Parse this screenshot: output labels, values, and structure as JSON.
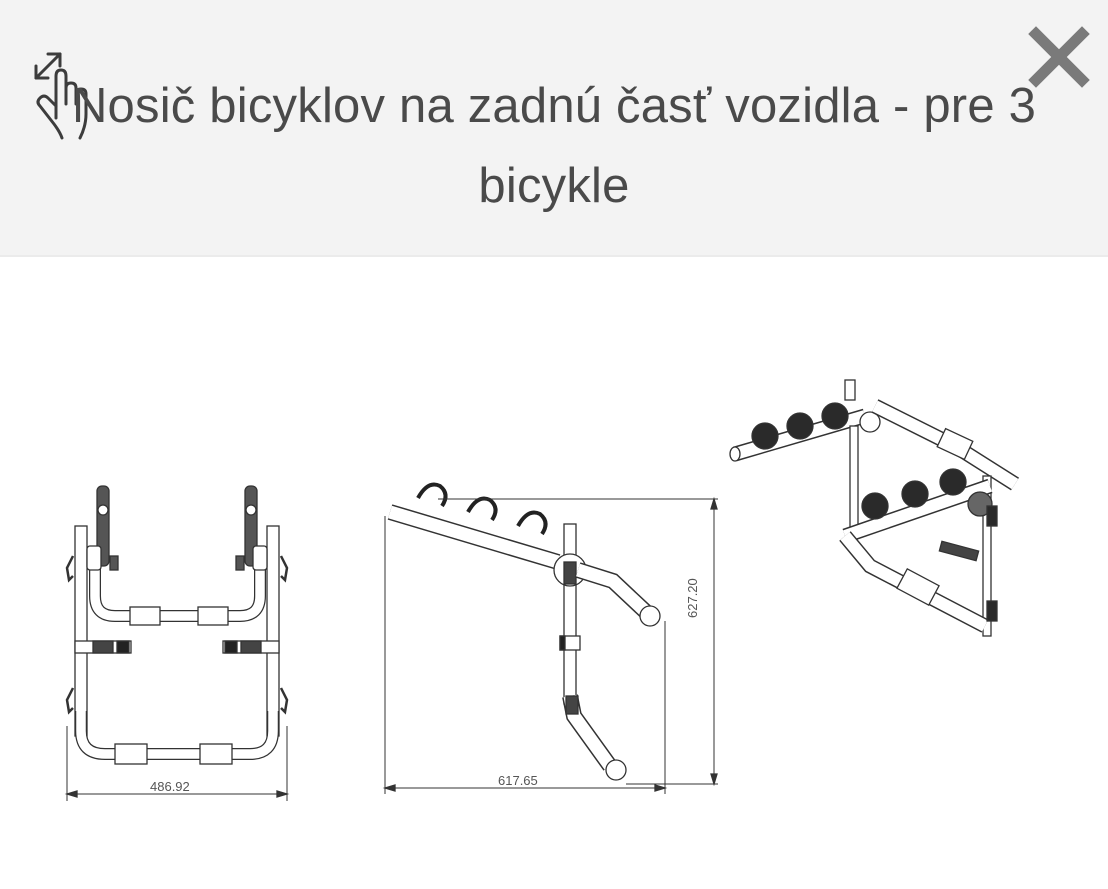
{
  "header": {
    "title": "Nosič bicyklov na zadnú časť vozidla - pre 3 bicykle",
    "pinch_zoom_icon": "pinch-zoom-icon",
    "close_icon": "close-icon",
    "close_color": "#7a7a7a",
    "background": "#f3f3f3"
  },
  "image": {
    "description": "Technical drawing of rear bicycle carrier for 3 bicycles",
    "views": [
      {
        "name": "front-view",
        "dimension_label": "486.92"
      },
      {
        "name": "side-view",
        "width_label": "617.65",
        "height_label": "627.20"
      },
      {
        "name": "isometric-view"
      }
    ]
  }
}
